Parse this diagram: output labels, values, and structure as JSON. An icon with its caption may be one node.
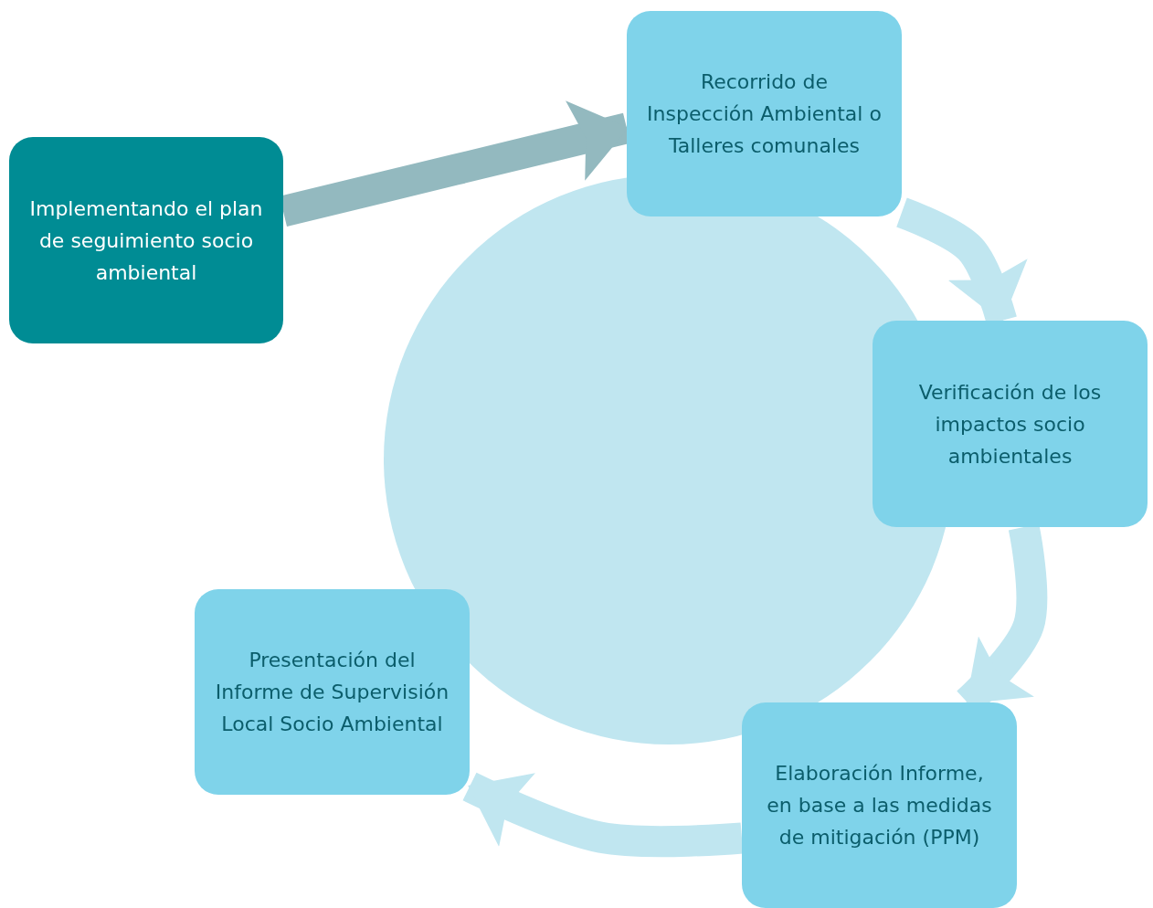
{
  "diagram": {
    "nodes": [
      {
        "text": [
          "Implementando el plan de seguimiento socio ambiental"
        ]
      },
      {
        "text": [
          "Recorrido de Inspección Ambiental o Talleres comunales"
        ]
      },
      {
        "text": [
          "Verificación de los impactos socio ambientales"
        ]
      },
      {
        "text": [
          "Elaboración Informe, en base a las medidas de mitigación (PPM)"
        ]
      },
      {
        "text": [
          "Presentación del Informe de Supervisión Local Socio Ambiental"
        ]
      }
    ],
    "edges": [
      {
        "from": 0,
        "to": 1,
        "arrow": "to",
        "color": "#93b9bf"
      },
      {
        "from": 1,
        "to": 2,
        "arrow": "to"
      },
      {
        "from": 2,
        "to": 3,
        "arrow": "to"
      },
      {
        "from": 3,
        "to": 4,
        "arrow": "to"
      }
    ]
  }
}
